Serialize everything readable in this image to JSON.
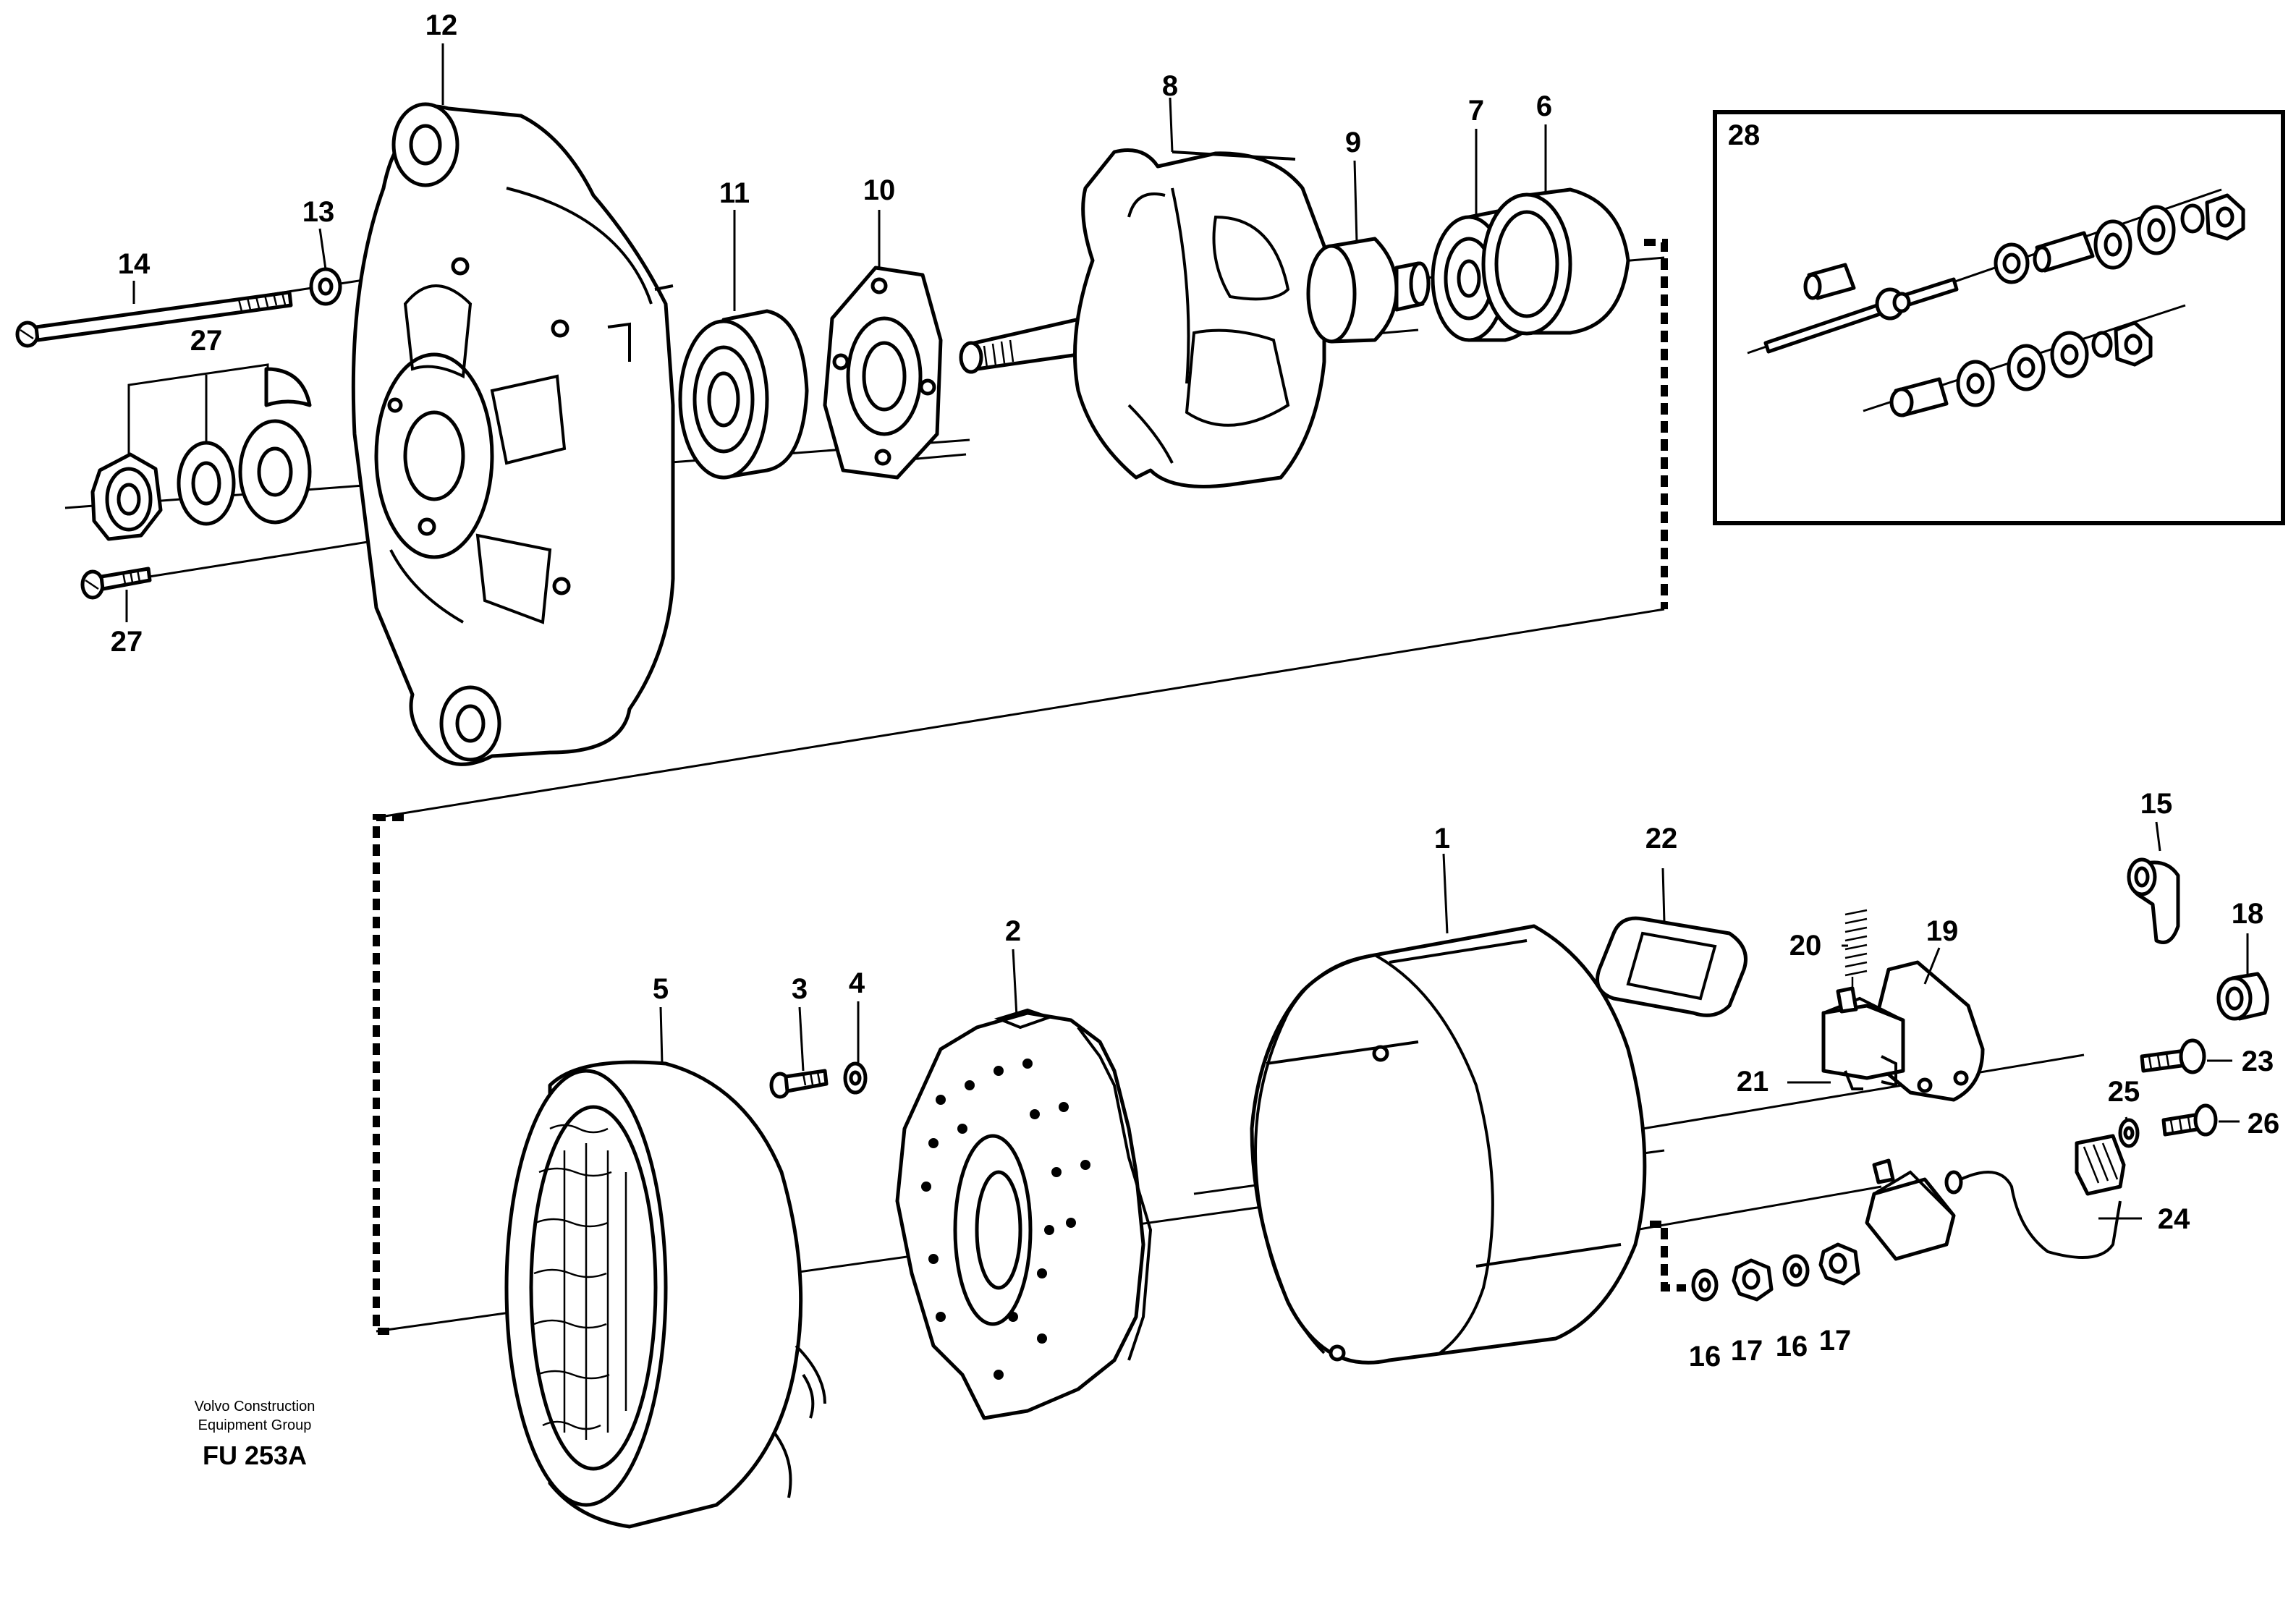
{
  "callouts": {
    "n1": "1",
    "n2": "2",
    "n3": "3",
    "n4": "4",
    "n5": "5",
    "n6": "6",
    "n7": "7",
    "n8": "8",
    "n9": "9",
    "n10": "10",
    "n11": "11",
    "n12": "12",
    "n13": "13",
    "n14": "14",
    "n15": "15",
    "n16a": "16",
    "n16b": "16",
    "n17a": "17",
    "n17b": "17",
    "n18": "18",
    "n19": "19",
    "n20": "20",
    "n21": "21",
    "n22": "22",
    "n23": "23",
    "n24": "24",
    "n25": "25",
    "n26": "26",
    "n27a": "27",
    "n27b": "27",
    "n28": "28"
  },
  "caption": {
    "line1": "Volvo Construction",
    "line2": "Equipment Group",
    "code": "FU 253A"
  }
}
